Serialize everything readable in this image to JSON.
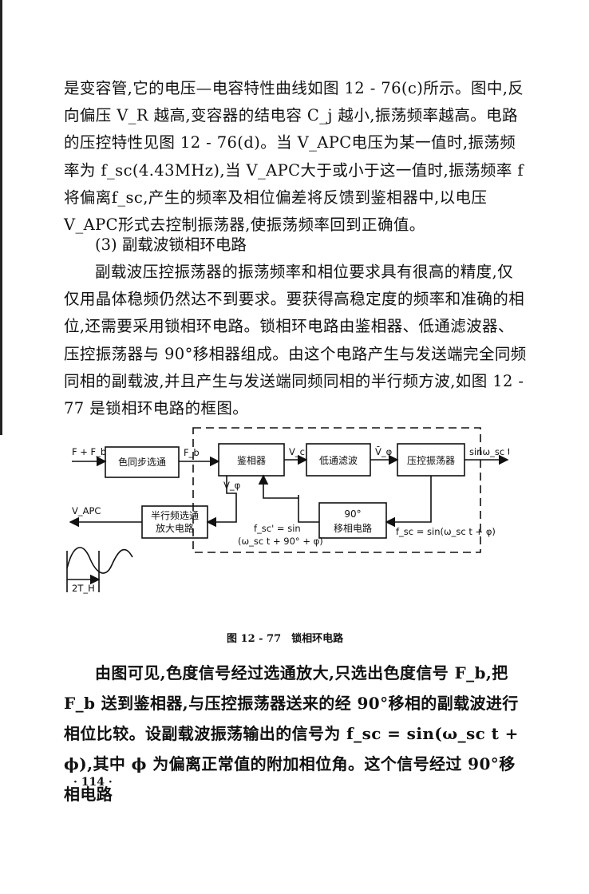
{
  "paragraphs": {
    "p1": "是变容管,它的电压—电容特性曲线如图 12 - 76(c)所示。图中,反向偏压 V_R 越高,变容器的结电容 C_j 越小,振荡频率越高。电路的压控特性见图 12 - 76(d)。当 V_APC电压为某一值时,振荡频率为 f_sc(4.43MHz),当 V_APC大于或小于这一值时,振荡频率 f 将偏离f_sc,产生的频率及相位偏差将反馈到鉴相器中,以电压 V_APC形式去控制振荡器,使振荡频率回到正确值。",
    "heading": "(3) 副载波锁相环电路",
    "p2": "副载波压控振荡器的振荡频率和相位要求具有很高的精度,仅仅用晶体稳频仍然达不到要求。要获得高稳定度的频率和准确的相位,还需要采用锁相环电路。锁相环电路由鉴相器、低通滤波器、压控振荡器与 90°移相器组成。由这个电路产生与发送端完全同频同相的副载波,并且产生与发送端同频同相的半行频方波,如图 12 - 77 是锁相环电路的框图。",
    "p3": "由图可见,色度信号经过选通放大,只选出色度信号 F_b,把 F_b 送到鉴相器,与压控振荡器送来的经 90°移相的副载波进行相位比较。设副载波振荡输出的信号为 f_sc = sin(ω_sc t + ϕ),其中 ϕ 为偏离正常值的附加相位角。这个信号经过 90°移相电路"
  },
  "figure": {
    "caption": "图 12 - 77　锁相环电路",
    "blocks": {
      "color_gate": "色同步选通",
      "phase_detector": "鉴相器",
      "lowpass": "低通滤波",
      "vco": "压控振荡器",
      "half_line_line1": "半行频选通",
      "half_line_line2": "放大电路",
      "phase_shift_line1": "90°",
      "phase_shift_line2": "移相电路"
    },
    "labels": {
      "input": "F + F_b",
      "fb": "F_b",
      "vc": "V_c",
      "vphi": "V̄_φ",
      "vphi2": "V_φ",
      "output": "sinω_sc t",
      "vapc": "V_APC",
      "fsc_shift_line1": "f_sc' = sin",
      "fsc_shift_line2": "(ω_sc t + 90° + φ)",
      "fsc_out": "f_sc = sin(ω_sc t + φ)",
      "period": "2T_H"
    }
  },
  "page_number": "· 114 ·"
}
